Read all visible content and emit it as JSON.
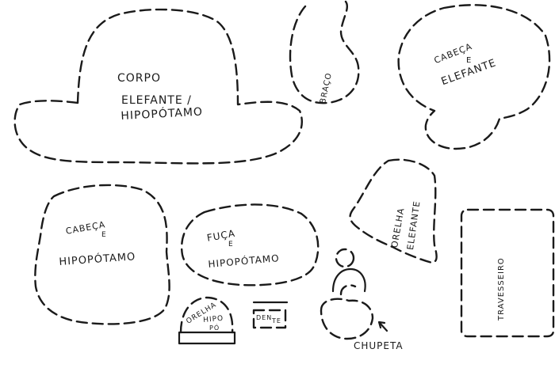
{
  "ink_color": "#1a1a1a",
  "paper_color": "#ffffff",
  "pieces": {
    "corpo": {
      "line1": "CORPO",
      "line2": "ELEFANTE /",
      "line3": "HIPOPÓTAMO"
    },
    "braco": {
      "label": "BRAÇO"
    },
    "cabeca_elefante": {
      "line1": "CABEÇA",
      "line2": "E",
      "line3": "ELEFANTE"
    },
    "cabeca_hipopotamo": {
      "line1": "CABEÇA",
      "line2": "E",
      "line3": "HIPOPÓTAMO"
    },
    "fuca_hipopotamo": {
      "line1": "FUÇA",
      "line2": "E",
      "line3": "HIPOPÓTAMO"
    },
    "orelha_elefante": {
      "line1": "ORELHA",
      "line2": "ELEFANTE"
    },
    "orelha_hipopotamo": {
      "line1": "ORELHA",
      "line2": "HIPO",
      "line3": "PÓ"
    },
    "dente": {
      "line1": "DEN",
      "line2": "TE"
    },
    "chupeta": {
      "label": "CHUPETA"
    },
    "travesseiro": {
      "label": "TRAVESSEIRO"
    }
  }
}
